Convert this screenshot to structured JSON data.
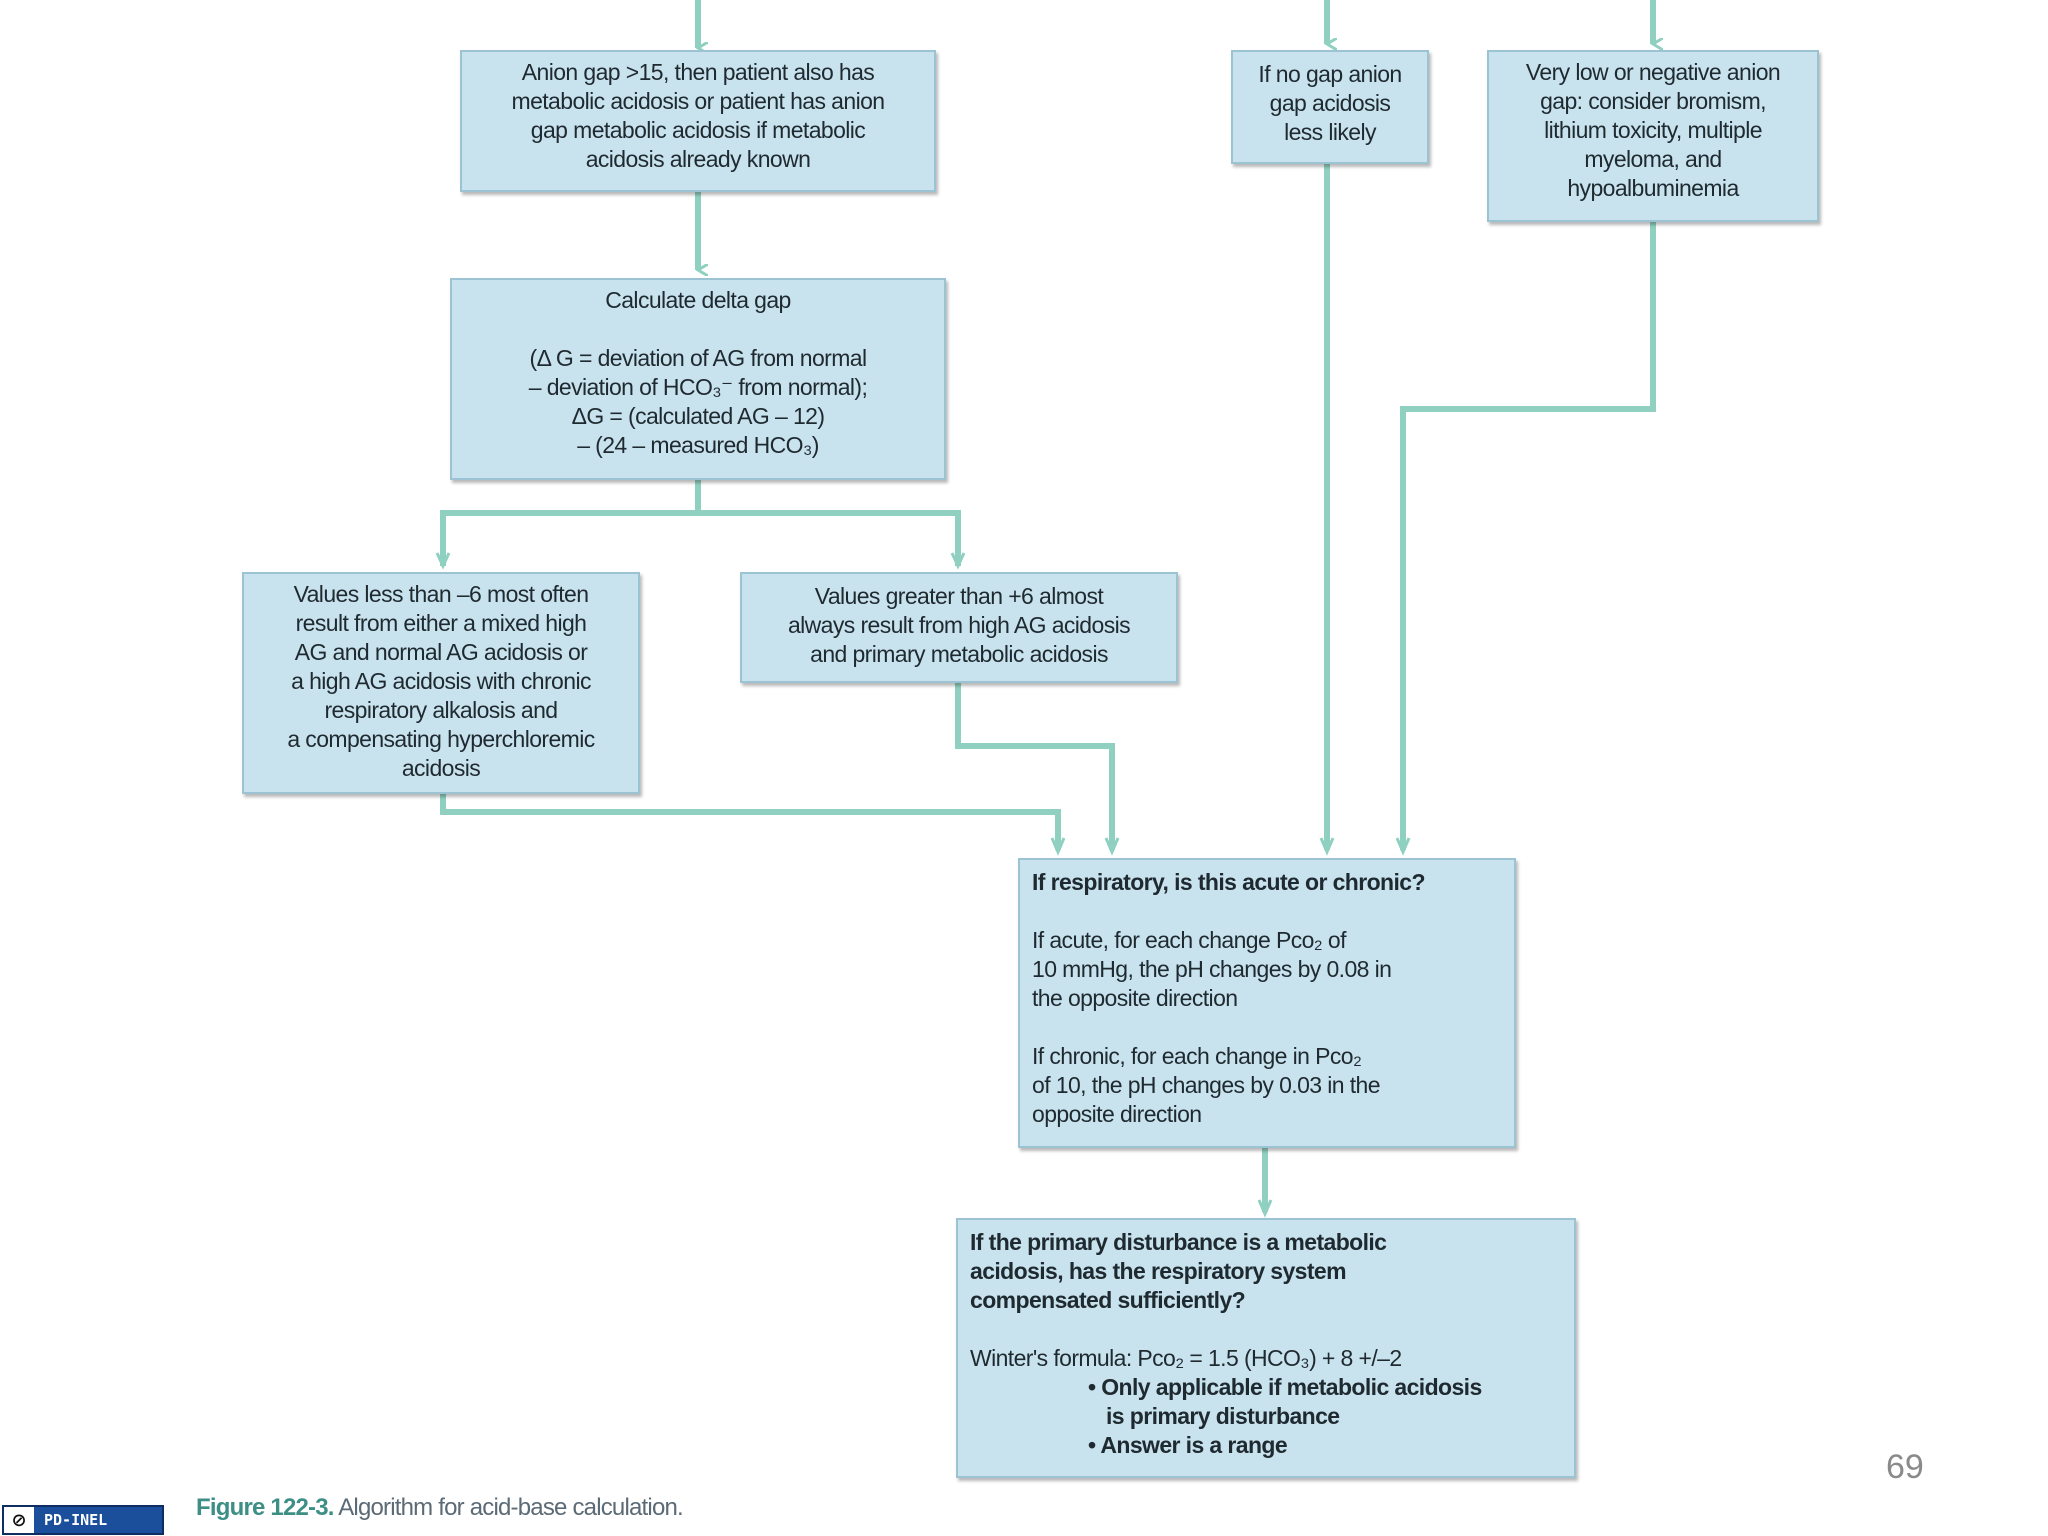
{
  "nodes": {
    "anion_gap_high": {
      "lines": [
        "Anion gap >15, then patient also has",
        "metabolic acidosis or patient has anion",
        "gap metabolic acidosis if metabolic",
        "acidosis already known"
      ]
    },
    "no_gap": {
      "lines": [
        "If no gap anion",
        "gap acidosis",
        "less likely"
      ]
    },
    "low_negative_gap": {
      "lines": [
        "Very low or negative anion",
        "gap: consider bromism,",
        "lithium toxicity, multiple",
        "myeloma, and",
        "hypoalbuminemia"
      ]
    },
    "delta_gap": {
      "title": "Calculate delta gap",
      "lines": [
        "(Δ G = deviation of AG from normal",
        "– deviation of HCO₃⁻ from normal);",
        "ΔG = (calculated AG – 12)",
        "– (24 – measured HCO₃)"
      ]
    },
    "values_less": {
      "lines": [
        "Values less than –6 most often",
        "result from either a mixed high",
        "AG and normal AG acidosis or",
        "a high AG acidosis with chronic",
        "respiratory alkalosis and",
        "a compensating hyperchloremic",
        "acidosis"
      ]
    },
    "values_greater": {
      "lines": [
        "Values greater than +6 almost",
        "always result from high AG acidosis",
        "and primary metabolic acidosis"
      ]
    },
    "respiratory": {
      "title": "If respiratory, is this acute or chronic?",
      "acute_lines": [
        "If acute, for each change Pco₂ of",
        "10 mmHg, the pH changes by 0.08 in",
        "the opposite direction"
      ],
      "chronic_lines": [
        "If chronic, for each change in Pco₂",
        "of 10, the pH changes by 0.03 in the",
        "opposite direction"
      ]
    },
    "metabolic": {
      "title_lines": [
        "If the primary disturbance is a metabolic",
        "acidosis, has the respiratory system",
        "compensated sufficiently?"
      ],
      "formula": "Winter's formula: Pco₂ = 1.5 (HCO₃) + 8 +/–2",
      "bullet1": "• Only applicable if metabolic acidosis",
      "bullet1_cont": "is primary disturbance",
      "bullet2": "• Answer is a range"
    }
  },
  "caption": {
    "figure": "Figure 122-3.",
    "text": "Algorithm for acid-base calculation."
  },
  "page_number": "69",
  "license_badge": "PD-INEL",
  "colors": {
    "node_fill": "#c8e2ee",
    "node_border": "#9cc3d4",
    "connector": "#8fd0c0"
  }
}
